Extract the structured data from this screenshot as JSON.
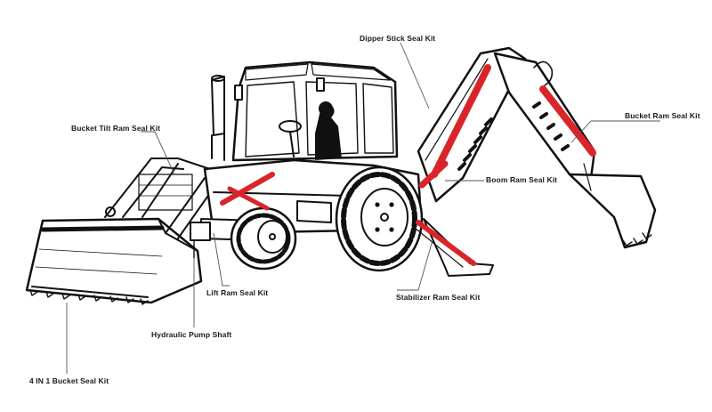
{
  "labels": {
    "dipper_stick": "Dipper Stick Seal Kit",
    "bucket_tilt": "Bucket Tilt Ram Seal Kit",
    "bucket_ram": "Bucket Ram Seal Kit",
    "boom_ram": "Boom Ram Seal Kit",
    "lift_ram": "Lift Ram Seal Kit",
    "stabilizer": "Stabilizer Ram Seal Kit",
    "hydraulic_pump": "Hydraulic Pump Shaft",
    "four_in_one": "4 IN 1 Bucket Seal Kit"
  },
  "colors": {
    "ram_red": "#d9252a",
    "outline": "#111111",
    "leader": "#555555",
    "background": "#ffffff"
  }
}
